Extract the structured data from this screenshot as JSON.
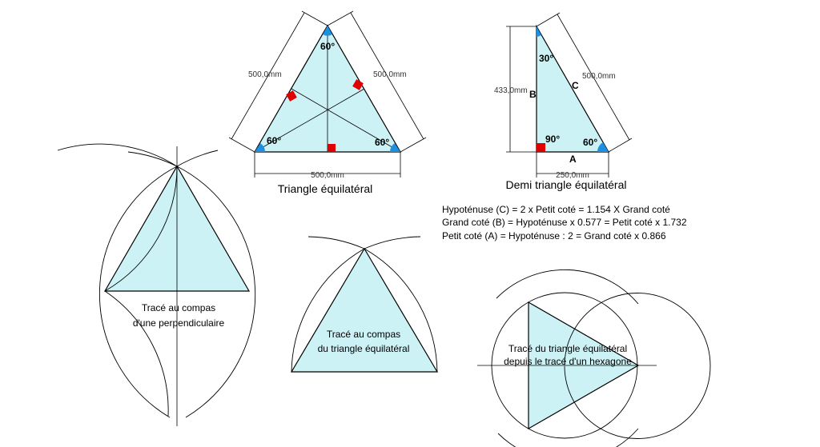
{
  "equilateral": {
    "caption": "Triangle équilatéral",
    "dim_left": "500,0mm",
    "dim_right": "500,0mm",
    "dim_bottom": "500,0mm",
    "angle_top": "60°",
    "angle_left": "60°",
    "angle_right": "60°"
  },
  "half_equilateral": {
    "caption": "Demi triangle équilatéral",
    "dim_height": "433,0mm",
    "dim_hypotenuse": "500,0mm",
    "dim_base": "250,0mm",
    "angle_top": "30°",
    "angle_right_angle": "90°",
    "angle_bottom": "60°",
    "side_b": "B",
    "side_c": "C",
    "side_a": "A"
  },
  "formulas": [
    "Hypoténuse (C) = 2 x Petit coté = 1.154 X Grand coté",
    "Grand coté (B) = Hypoténuse x 0.577 = Petit coté x 1.732",
    "Petit coté (A) = Hypoténuse : 2 = Grand coté x 0.866"
  ],
  "compass_perpendicular": {
    "line1": "Tracé au compas",
    "line2": "d'une perpendiculaire"
  },
  "compass_triangle": {
    "line1": "Tracé au compas",
    "line2": "du triangle équilatéral"
  },
  "hexagon_triangle": {
    "line1": "Tracé du triangle équilatéral",
    "line2": "depuis le tracé d'un hexagone"
  }
}
